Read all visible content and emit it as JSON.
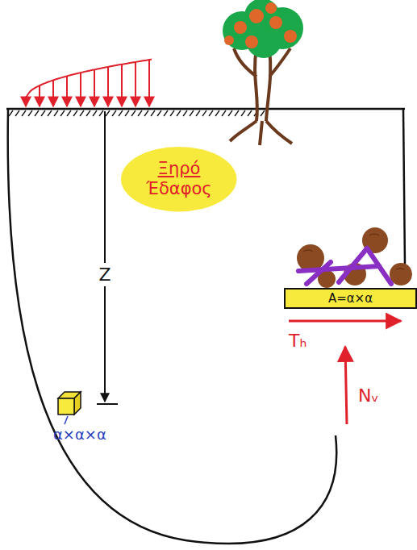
{
  "diagram": {
    "nodes": [
      {
        "text": [
          "Ξηρό",
          "Έδαφος"
        ]
      },
      {
        "text": [
          "A=α×α"
        ]
      }
    ],
    "labels": [
      "Z",
      "α×α×α",
      "Tₕ",
      "Nᵥ"
    ]
  }
}
